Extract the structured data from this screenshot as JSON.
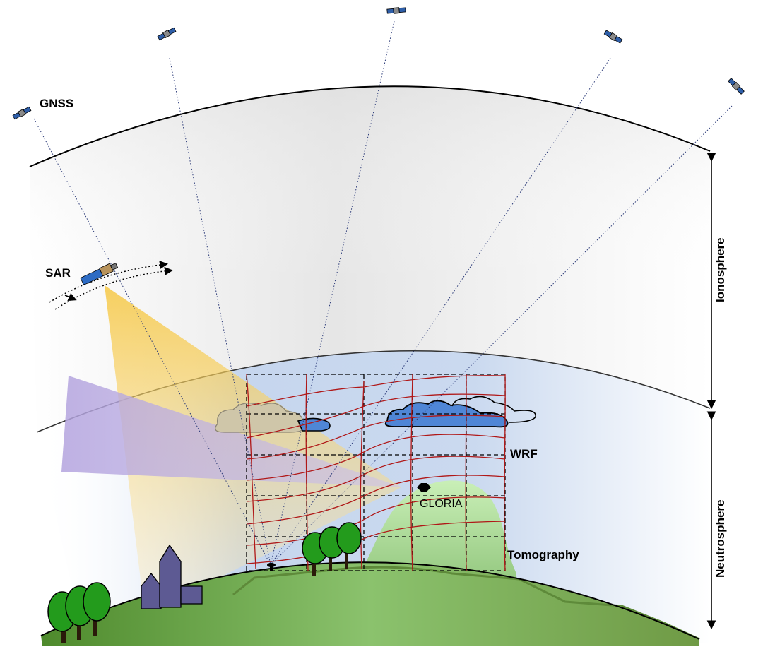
{
  "labels": {
    "gnss": "GNSS",
    "sar": "SAR",
    "wrf": "WRF",
    "gloria": "GLORIA",
    "tomography": "Tomography",
    "ionosphere": "Ionosphere",
    "neutrosphere": "Neutrosphere"
  },
  "colors": {
    "ionosphere_fill": "#e9e9e9",
    "neutrosphere_fill": "#c9d9ee",
    "sar_beam_yellow": "#f7c840",
    "sar_beam_purple": "#b9a9e0",
    "wrf_lines": "#b01818",
    "hill": "#9cd98a",
    "ground": "#6f9a45",
    "cloud_blue": "#4f86d6",
    "cloud_beige": "#cfc6a9",
    "buildings": "#5d5a93",
    "trees": "#239b1c"
  }
}
